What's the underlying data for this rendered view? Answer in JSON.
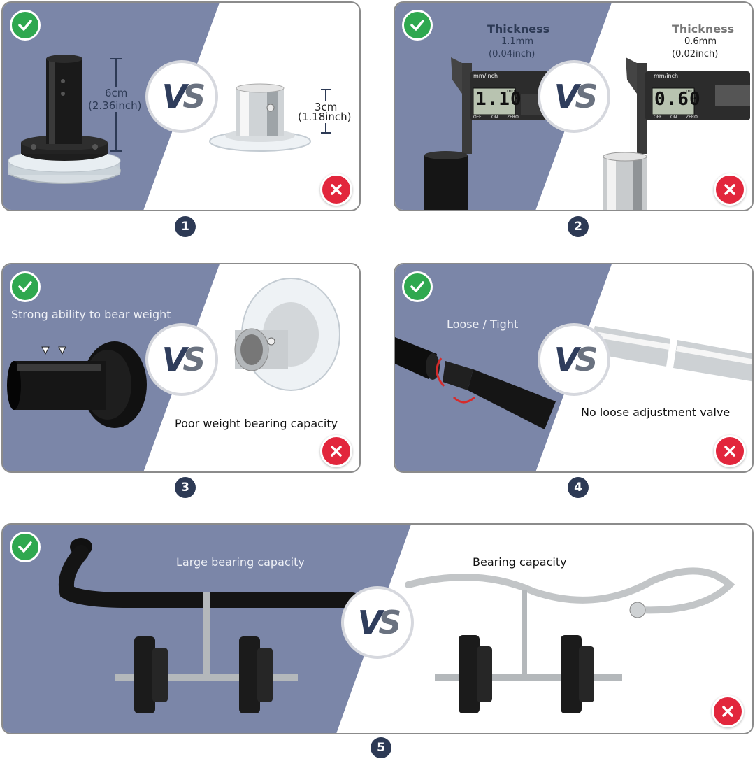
{
  "panel1": {
    "number": "1",
    "good_height": "6cm",
    "good_height_inch": "(2.36inch)",
    "bad_height": "3cm",
    "bad_height_inch": "(1.18inch)"
  },
  "panel2": {
    "number": "2",
    "good_title": "Thickness",
    "good_mm": "1.1mm",
    "good_inch": "(0.04inch)",
    "good_display": "1.10",
    "bad_title": "Thickness",
    "bad_mm": "0.6mm",
    "bad_inch": "(0.02inch)",
    "bad_display": "0.60",
    "unit_label": "mm/inch",
    "unit_small": "mm",
    "btn_off": "OFF",
    "btn_on": "ON",
    "btn_zero": "ZERO"
  },
  "panel3": {
    "number": "3",
    "good_text": "Strong ability to bear weight",
    "bad_text": "Poor weight bearing capacity"
  },
  "panel4": {
    "number": "4",
    "good_text": "Loose / Tight",
    "bad_text": "No loose adjustment valve"
  },
  "panel5": {
    "number": "5",
    "good_text": "Large bearing capacity",
    "bad_text": "Bearing capacity"
  },
  "vs_v": "V",
  "vs_s": "S",
  "colors": {
    "panel_blue": "#7b86a8",
    "check_green": "#2fa84f",
    "cross_red": "#e2263c",
    "navy": "#2d3a55"
  }
}
